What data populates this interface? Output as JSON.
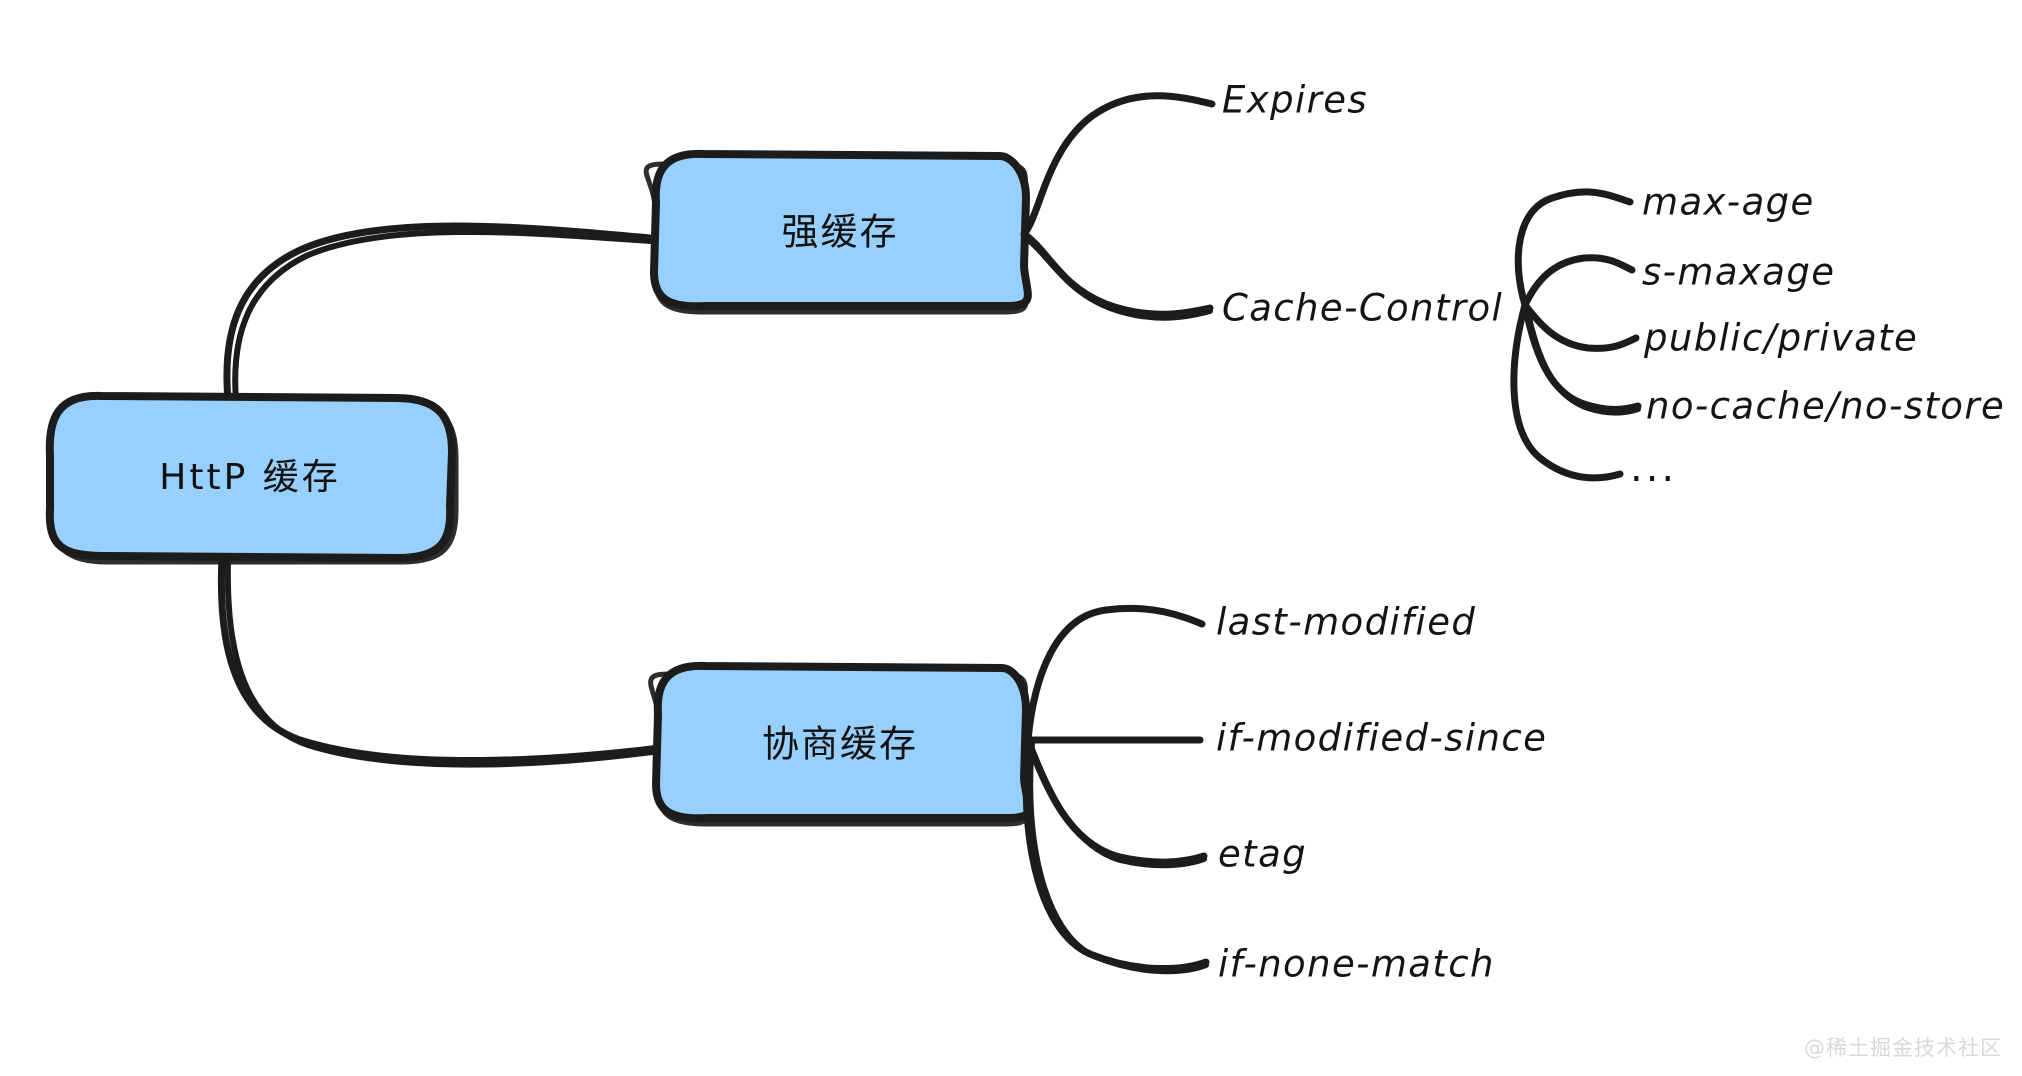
{
  "diagram": {
    "type": "mindmap",
    "title": "HttP 缓存",
    "background_color": "#ffffff",
    "node_fill_color": "#98d0fd",
    "stroke_color": "#1c1c1c",
    "root": {
      "label": "HttP 缓存"
    },
    "branches": [
      {
        "label": "强缓存",
        "children": [
          {
            "label": "Expires",
            "children": []
          },
          {
            "label": "Cache-Control",
            "children": [
              {
                "label": "max-age"
              },
              {
                "label": "s-maxage"
              },
              {
                "label": "public/private"
              },
              {
                "label": "no-cache/no-store"
              },
              {
                "label": "..."
              }
            ]
          }
        ]
      },
      {
        "label": "协商缓存",
        "children": [
          {
            "label": "last-modified",
            "children": []
          },
          {
            "label": "if-modified-since",
            "children": []
          },
          {
            "label": "etag",
            "children": []
          },
          {
            "label": "if-none-match",
            "children": []
          }
        ]
      }
    ]
  },
  "watermark": {
    "text": "@稀土掘金技术社区"
  }
}
